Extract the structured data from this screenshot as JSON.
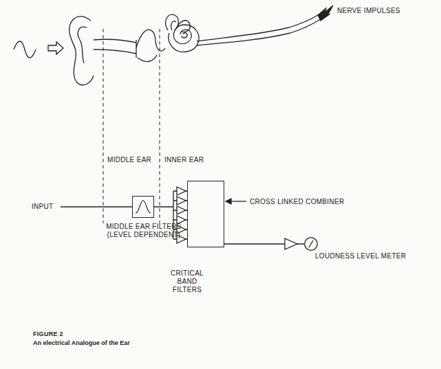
{
  "diagram": {
    "title": "FIGURE 2",
    "caption": "An electrical Analogue of the Ear",
    "nodes": [
      {
        "text": [
          "MIDDLE EAR FILTERS (LEVEL DEPENDENT)"
        ]
      },
      {
        "text": [
          "CROSS LINKED COMBINER"
        ]
      },
      {
        "text": [
          "LOUDNESS LEVEL METER"
        ]
      }
    ],
    "edges": [
      {
        "from": 0,
        "to": 1,
        "arrow": "none"
      },
      {
        "from": 1,
        "to": 2,
        "arrow": "none"
      }
    ],
    "labels": [
      "NERVE IMPULSES",
      "MIDDLE EAR",
      "INNER EAR",
      "INPUT",
      "CRITICAL BAND FILTERS"
    ]
  }
}
